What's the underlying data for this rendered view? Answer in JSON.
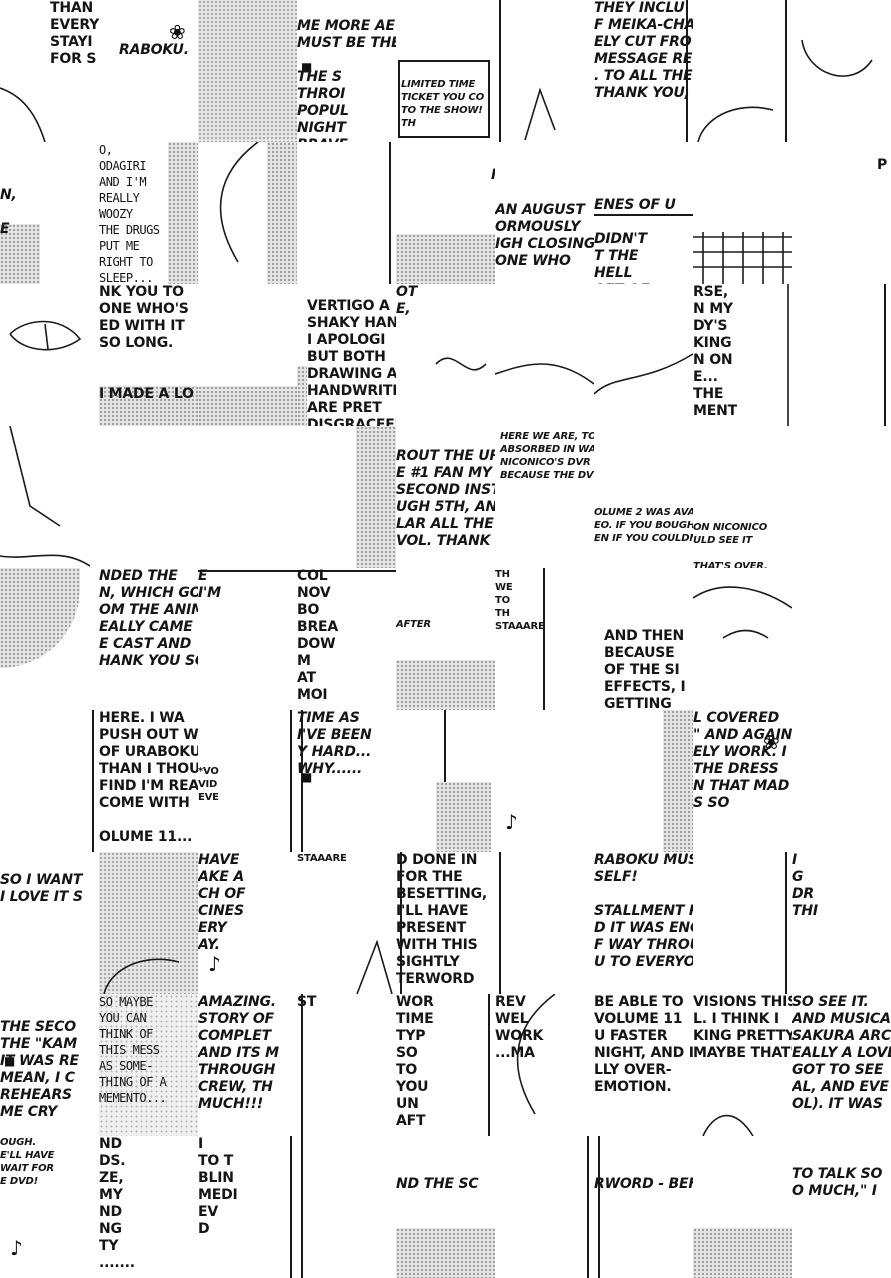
{
  "rows": [
    [
      "THAN\nEVERY\nSTAYI\nFOR S",
      "RABOKU.",
      "",
      "ME MORE AE\nMUST BE THET.\n\nTHE S\nTHROI\nPOPUL\nNIGHT\nBRAVE",
      "LIMITED TIME\nTICKET YOU CO\nTO THE SHOW!\nTH",
      "",
      "THEY INCLU\nF MEIKA-CHA\nELY CUT FRO\nMESSAGE RE\n. TO ALL THE\nTHANK YOU, TH",
      "",
      ""
    ],
    [
      "N,\n\nE",
      "O,\nODAGIRI\nAND I'M\nREALLY\nWOOZY\nTHE DRUGS\nPUT ME\nRIGHT TO\nSLEEP...",
      "",
      "",
      "ICAL—",
      "AN AUGUST\nORMOUSLY\nIGH CLOSING\nONE WHO",
      "ENES OF U\n\nDIDN'T\nT THE\nHELL\nAFT OF\nEVERYONE\nS AFTER-",
      "",
      "P"
    ],
    [
      "",
      "NK YOU TO\nONE WHO'S\nED WITH IT\nSO LONG.\n\n\nI MADE A LO",
      "",
      "VERTIGO A\nSHAKY HAN\nI APOLOGI\nBUT BOTH\nDRAWING A\nHANDWRITI\nARE PRET\nDISGRACEFUL",
      "OT\nE,",
      "",
      "",
      "RSE,\nN MY\nDY'S\nKING\nN ON\nE...\nTHE\nMENT",
      ""
    ],
    [
      "",
      "",
      "",
      "",
      "ROUT THE UR\nE #1 FAN MY\nSECOND INST\nUGH 5TH, AN\nLAR ALL THE\nVOL. THANK YO",
      "HERE WE ARE, TOTALLY\nABSORBED IN WATCHING IT ON\nNICONICO'S DVR SERVICE\nBECAUSE THE DVD ISN'T OUT YE",
      "OLUME 2 WAS AVAILABLE FOR\nEO. IF YOU BOUGHT A DIGITAL\nEN IF YOU COULDN'T MAKE IT T",
      "ON NICONICO\nULD SEE IT\n\nTHAT'S OVER,",
      ""
    ],
    [
      "",
      "NDED THE\nN, WHICH GO\nOM THE ANIM\nEALLY CAME\nE CAST AND\nHANK YOU SO",
      "E\nI'M",
      "COL\nNOV\nBO\nBREA\nDOW\nM\nAT\nMOI",
      "AFTER",
      "TH\nWE\nTO\nTH\nSTAAARE",
      "AND THEN\nBECAUSE\nOF THE SI\nEFFECTS, I\nGETTING",
      "",
      ""
    ],
    [
      "",
      "HERE. I WA\nPUSH OUT W\nOF URABOKU\nTHAN I THOU\nFIND I'M REA\nCOME WITH\n\nOLUME 11...",
      "*VO\nVID\nEVE",
      "TIME AS\nI'VE BEEN\nY HARD...\nWHY......",
      "",
      "",
      "",
      "L COVERED\n\" AND AGAIN\nELY WORK. I\nTHE DRESS\nN THAT MAD\nS SO",
      ""
    ],
    [
      "SO I WANT\nI LOVE IT S",
      "",
      "HAVE\nAKE A\nCH OF\nCINES\nERY\nAY.",
      "STAAARE",
      "D DONE IN\nFOR THE\nBESETTING,\nI'LL HAVE\nPRESENT\nWITH THIS\nSIGHTLY\nTERWORD",
      "",
      "RABOKU MUS\nSELF!\n\nSTALLMENT RA\nD IT WAS ENC\nF WAY THROU\nU TO EVERYO",
      "",
      "I\nG\nDR\nTHI"
    ],
    [
      "THE SECO\nTHE \"KAM\nIT WAS RE\nMEAN, I C\nREHEARS\nME CRY",
      "SO MAYBE\nYOU CAN\nTHINK OF\nTHIS MESS\nAS SOME-\nTHING OF A\nMEMENTO...",
      "AMAZING.\nSTORY OF\nCOMPLET\nAND ITS M\nTHROUGH\nCREW, TH\nMUCH!!!",
      "ST",
      "WOR\nTIME\nTYP\nSO\nTO\nYOU\nUN\nAFT",
      "REV\nWEL\nWORK\n...MA",
      "BE ABLE TO\nVOLUME 11\nU FASTER\nNIGHT, AND I\nLLY OVER-\nEMOTION.",
      "VISIONS THIS\nL. I THINK I\nKING PRETTY\nMAYBE THAT'S",
      "SO SEE IT.\nAND MUSICAL\nSAKURA ARC,\nEALLY A LOVE\nGOT TO SEE\nAL, AND EVE\nOL). IT WAS"
    ],
    [
      "OUGH.\nE'LL HAVE\nWAIT FOR\nE DVD!",
      "ND\nDS.\nZE,\nMY\nND\nNG\nTY\n.......",
      "I\nTO T\nBLIN\nMEDI\nEV\nD",
      "",
      "ND THE SC",
      "",
      "RWORD - BEH",
      "",
      "TO TALK SO\nO MUCH,\" I"
    ]
  ],
  "decor": {
    "rose_icon": "rose-icon",
    "music_note_icon": "music-note-icon",
    "diamond_bullet_icon": "diamond-bullet-icon",
    "heart_doodle_icon": "heart-doodle-icon"
  }
}
